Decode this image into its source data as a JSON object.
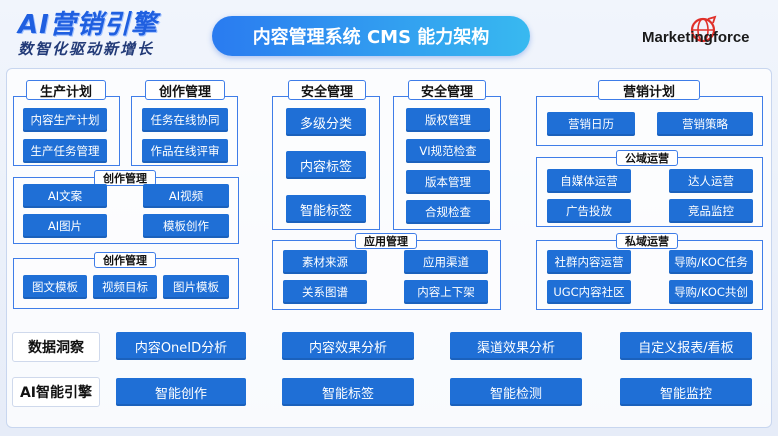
{
  "header": {
    "brand_title": "AI营销引擎",
    "brand_subtitle": "数智化驱动新增长",
    "main_title": "内容管理系统 CMS 能力架构",
    "logo_text": "Marketingforce"
  },
  "colors": {
    "accent": "#1f6fd6",
    "border": "#3f7de8",
    "header_gradient": [
      "#2a7bf0",
      "#38b9f0"
    ]
  },
  "production_plan": {
    "title": "生产计划",
    "items": [
      "内容生产计划",
      "生产任务管理"
    ]
  },
  "creation_mgmt_top": {
    "title": "创作管理",
    "items": [
      "任务在线协同",
      "作品在线评审"
    ]
  },
  "creation_mgmt_ai": {
    "title": "创作管理",
    "items": [
      "AI文案",
      "AI视频",
      "AI图片",
      "模板创作"
    ]
  },
  "creation_mgmt_tpl": {
    "title": "创作管理",
    "items": [
      "图文模板",
      "视频目标",
      "图片模板"
    ]
  },
  "security_a": {
    "title": "安全管理",
    "items": [
      "多级分类",
      "内容标签",
      "智能标签"
    ]
  },
  "security_b": {
    "title": "安全管理",
    "items": [
      "版权管理",
      "VI规范检查",
      "版本管理",
      "合规检查"
    ]
  },
  "app_mgmt": {
    "title": "应用管理",
    "items": [
      "素材来源",
      "应用渠道",
      "关系图谱",
      "内容上下架"
    ]
  },
  "marketing_plan": {
    "title": "营销计划",
    "items": [
      "营销日历",
      "营销策略"
    ]
  },
  "public_ops": {
    "title": "公域运营",
    "items": [
      "自媒体运营",
      "达人运营",
      "广告投放",
      "竞品监控"
    ]
  },
  "private_ops": {
    "title": "私域运营",
    "items": [
      "社群内容运营",
      "导购/KOC任务",
      "UGC内容社区",
      "导购/KOC共创"
    ]
  },
  "data_insight": {
    "label": "数据洞察",
    "items": [
      "内容OneID分析",
      "内容效果分析",
      "渠道效果分析",
      "自定义报表/看板"
    ]
  },
  "ai_engine": {
    "label": "AI智能引擎",
    "items": [
      "智能创作",
      "智能标签",
      "智能检测",
      "智能监控"
    ]
  }
}
